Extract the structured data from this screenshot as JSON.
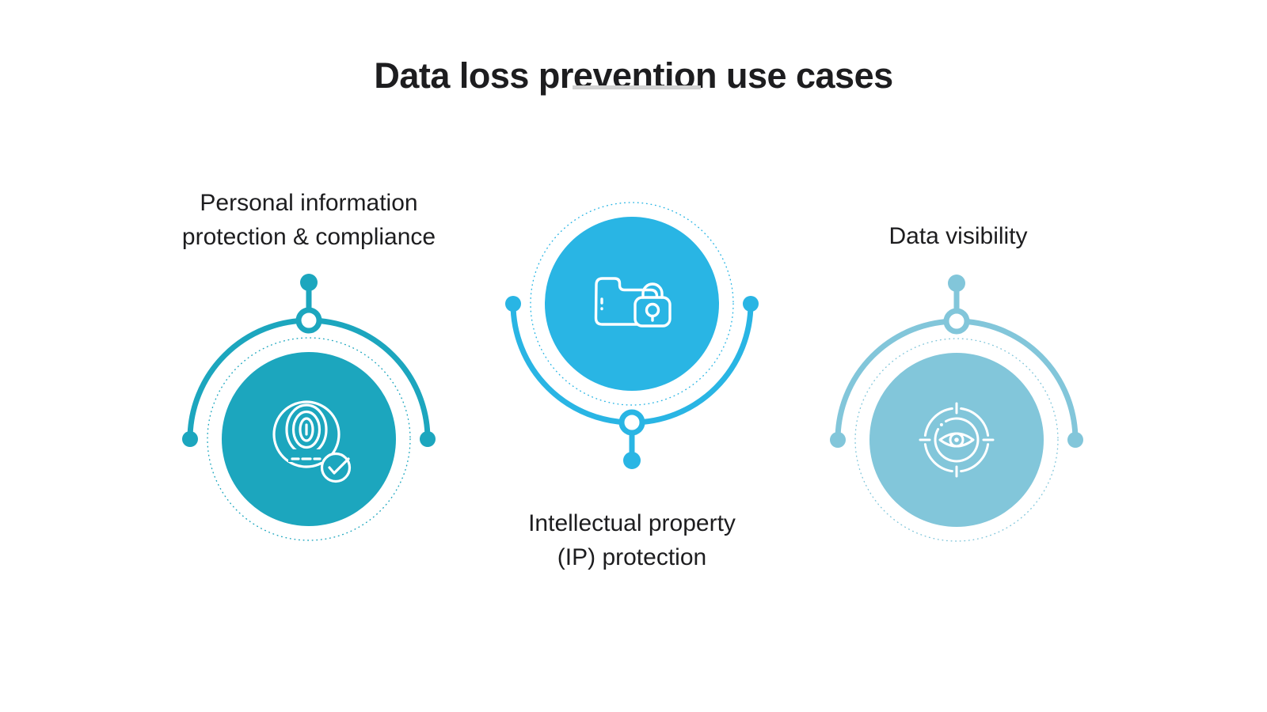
{
  "title": {
    "text": "Data loss prevention use cases"
  },
  "colors": {
    "text": "#1D1D1F",
    "divider": "#D2D2D2",
    "background": "#FFFFFF",
    "teal": "#1CA6BE",
    "sky": "#29B5E4",
    "powder": "#82C6DA"
  },
  "items": [
    {
      "id": "personal-information-protection",
      "color": "#1CA6BE",
      "icon": "fingerprint-check-icon",
      "lines": [
        "Personal information",
        "protection & compliance"
      ],
      "label_position": "above"
    },
    {
      "id": "intellectual-property-protection",
      "color": "#29B5E4",
      "icon": "folder-lock-icon",
      "lines": [
        "Intellectual property",
        "(IP) protection"
      ],
      "label_position": "below"
    },
    {
      "id": "data-visibility",
      "color": "#82C6DA",
      "icon": "eye-scan-icon",
      "lines": [
        "Data visibility"
      ],
      "label_position": "above"
    }
  ]
}
